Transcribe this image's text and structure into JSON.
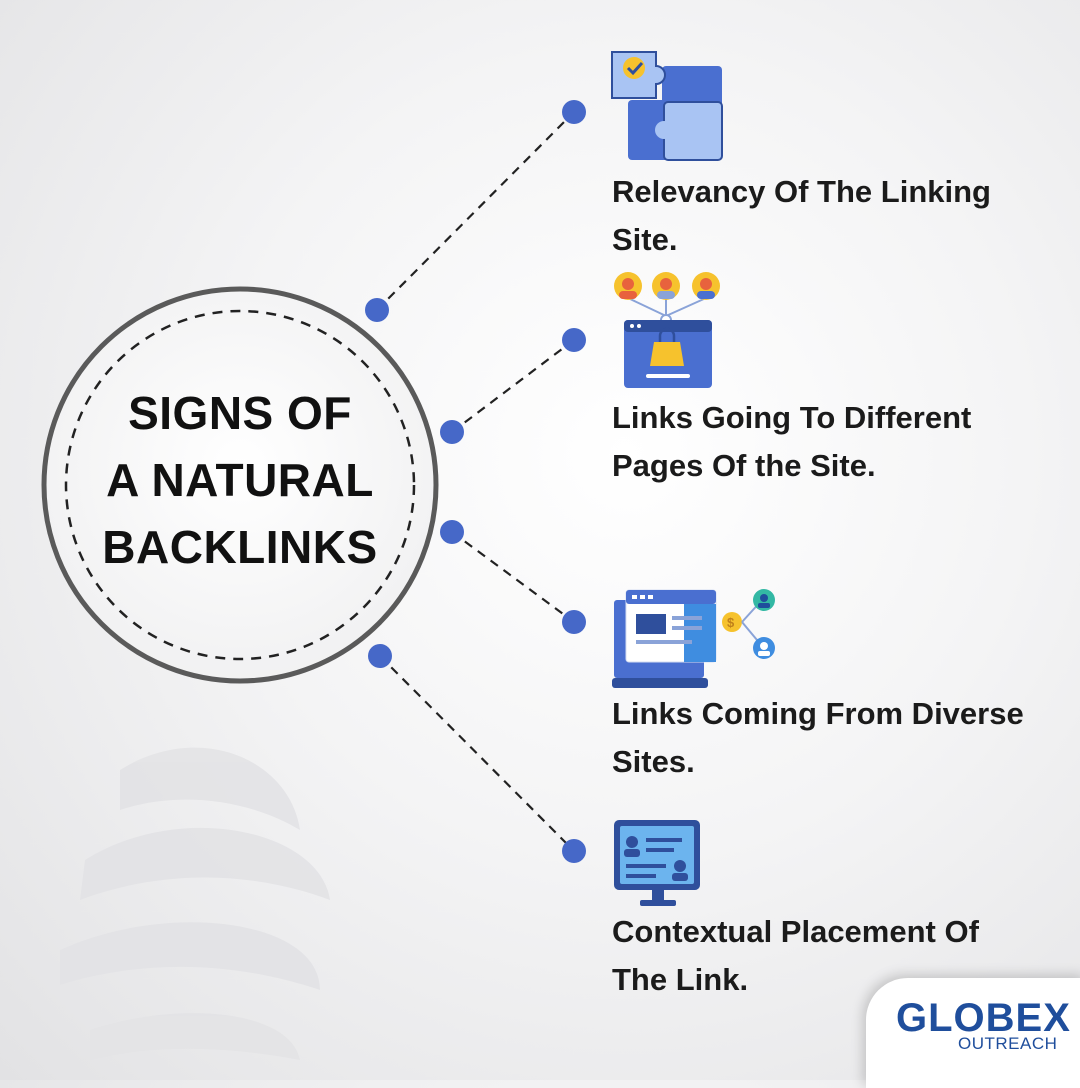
{
  "hub": {
    "title_lines": [
      "SIGNS OF",
      "A NATURAL",
      "BACKLINKS"
    ]
  },
  "signs": [
    {
      "lines": [
        "Relevancy Of The Linking",
        "Site."
      ],
      "icon": "puzzle-check-icon"
    },
    {
      "lines": [
        "Links Going To Different",
        "Pages Of the Site."
      ],
      "icon": "users-shop-window-icon"
    },
    {
      "lines": [
        "Links Coming From Diverse",
        "Sites."
      ],
      "icon": "laptop-network-icon"
    },
    {
      "lines": [
        "Contextual Placement Of",
        "The Link."
      ],
      "icon": "monitor-content-icon"
    }
  ],
  "logo": {
    "word": "GLOBEX",
    "sub": "OUTREACH"
  },
  "colors": {
    "connector_dot": "#4668c8",
    "icon_blue": "#4a6fd0",
    "text": "#1b1b1b",
    "logo": "#1f4e9c"
  }
}
